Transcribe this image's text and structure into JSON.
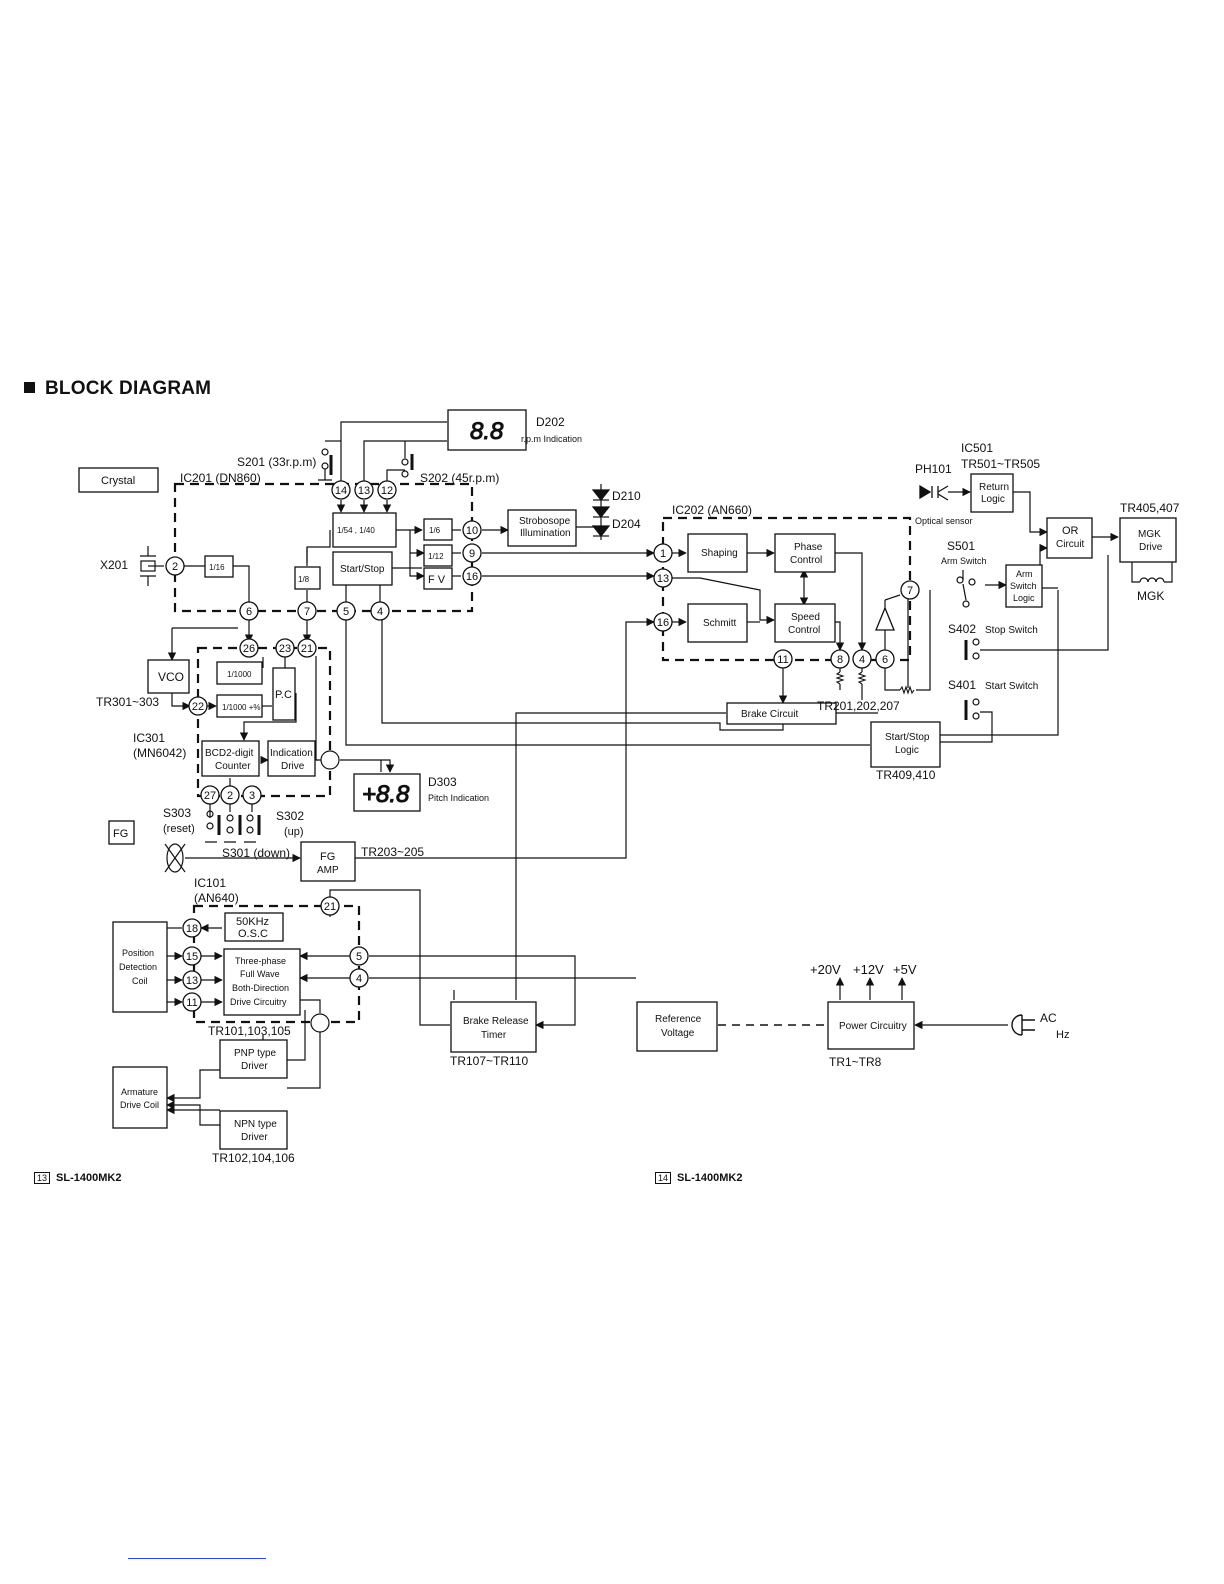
{
  "title": "BLOCK DIAGRAM",
  "labels": {
    "crystal": "Crystal",
    "ic201": "IC201 (DN860)",
    "x201": "X201",
    "s201": "S201 (33r.p.m)",
    "s202": "S202 (45r.p.m)",
    "d202": "D202",
    "d202_sub": "r.p.m Indication",
    "d210": "D210",
    "d204": "D204",
    "strobo": [
      "Strobosope",
      "Illumination"
    ],
    "start_stop": "Start/Stop",
    "fv": "F V",
    "ic202": "IC202 (AN660)",
    "shaping": "Shaping",
    "phase": [
      "Phase",
      "Control"
    ],
    "schmitt": "Schmitt",
    "speed": [
      "Speed",
      "Control"
    ],
    "brake_circuit": "Brake Circuit",
    "tr201": "TR201,202,207",
    "ic501": "IC501",
    "tr501": "TR501~TR505",
    "ph101": "PH101",
    "optical": "Optical sensor",
    "return_logic": [
      "Return",
      "Logic"
    ],
    "or_circuit": [
      "OR",
      "Circuit"
    ],
    "tr405": "TR405,407",
    "mgk_drive": [
      "MGK",
      "Drive"
    ],
    "mgk": "MGK",
    "s501": "S501",
    "arm_switch": "Arm Switch",
    "arm_switch_logic": [
      "Arm",
      "Switch",
      "Logic"
    ],
    "s402": "S402",
    "stop_switch": "Stop Switch",
    "s401": "S401",
    "start_switch": "Start Switch",
    "start_stop_logic": [
      "Start/Stop",
      "Logic"
    ],
    "tr409": "TR409,410",
    "vco": "VCO",
    "tr301": "TR301~303",
    "ic301": "IC301",
    "mn6042": "(MN6042)",
    "pc": "P.C",
    "bcd": [
      "BCD2-digit",
      "Counter"
    ],
    "indication": [
      "Indication",
      "Drive"
    ],
    "d303": "D303",
    "pitch": "Pitch Indication",
    "s303": "S303",
    "reset": "(reset)",
    "s302": "S302",
    "up": "(up)",
    "s301": "S301 (down)",
    "fg": "FG",
    "fg_amp": [
      "FG",
      "AMP"
    ],
    "tr203": "TR203~205",
    "ic101": "IC101",
    "an640": "(AN640)",
    "osc": [
      "50KHz",
      "O.S.C"
    ],
    "three_phase": [
      "Three-phase",
      "Full Wave",
      "Both-Direction",
      "Drive Circuitry"
    ],
    "tr101": "TR101,103,105",
    "position_coil": [
      "Position",
      "Detection",
      "Coil"
    ],
    "pnp": [
      "PNP type",
      "Driver"
    ],
    "npn": [
      "NPN type",
      "Driver"
    ],
    "tr102": "TR102,104,106",
    "armature": [
      "Armature",
      "Drive Coil"
    ],
    "brake_release": [
      "Brake Release",
      "Timer"
    ],
    "tr107": "TR107~TR110",
    "reference": [
      "Reference",
      "Voltage"
    ],
    "power": "Power Circuitry",
    "tr1": "TR1~TR8",
    "v20": "+20V",
    "v12": "+12V",
    "v5": "+5V",
    "ac": "AC",
    "hz": "Hz",
    "d202_digits": "8.8",
    "d303_digits": "+8.8",
    "div16": "1/16",
    "div54_40": "1/54 , 1/40",
    "div6": "1/6",
    "div12": "1/12",
    "div8": "1/8",
    "div1000": "1/1000",
    "div1000pct": "1/1000 +%"
  },
  "pins": {
    "ic201": [
      "14",
      "13",
      "12",
      "10",
      "9",
      "16",
      "2",
      "6",
      "7",
      "5",
      "4"
    ],
    "ic202": [
      "1",
      "13",
      "16",
      "7",
      "8",
      "4",
      "6",
      "11"
    ],
    "ic301": [
      "26",
      "23",
      "21",
      "22",
      "27",
      "2",
      "3"
    ],
    "ic101": [
      "21",
      "18",
      "15",
      "13",
      "11",
      "5",
      "4"
    ]
  },
  "footer": {
    "left_num": "13",
    "left_text": "SL-1400MK2",
    "right_num": "14",
    "right_text": "SL-1400MK2"
  }
}
